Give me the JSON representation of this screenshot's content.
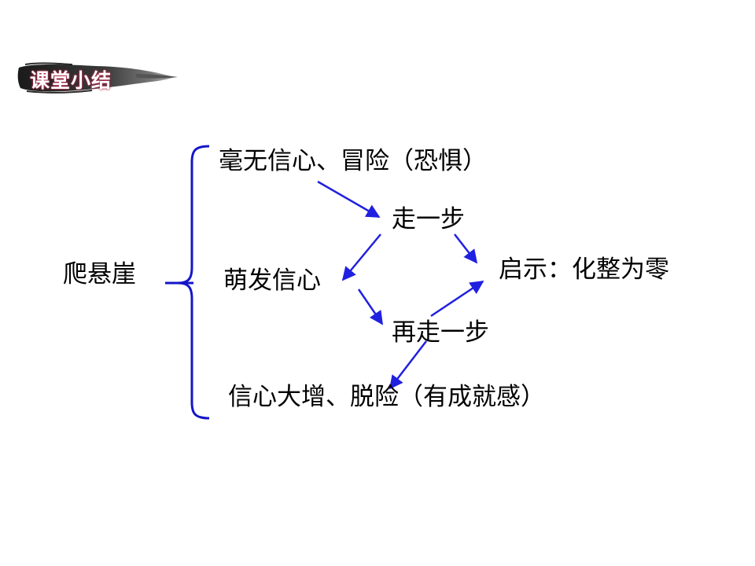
{
  "badge": {
    "label": "课堂小结"
  },
  "diagram": {
    "root": "爬悬崖",
    "nodes": {
      "n1": "毫无信心、冒险（恐惧）",
      "n2": "走一步",
      "n3": "萌发信心",
      "n4": "再走一步",
      "n5": "信心大增、脱险（有成就感）",
      "n6": "启示：化整为零"
    },
    "edges": [
      {
        "from": "n1",
        "to": "n2"
      },
      {
        "from": "n2",
        "to": "n3"
      },
      {
        "from": "n2",
        "to": "n6"
      },
      {
        "from": "n3",
        "to": "n4"
      },
      {
        "from": "n4",
        "to": "n6"
      },
      {
        "from": "n4",
        "to": "n5"
      }
    ],
    "colors": {
      "bracket": "#1515c8",
      "arrow": "#2020e0",
      "text": "#000000"
    }
  }
}
